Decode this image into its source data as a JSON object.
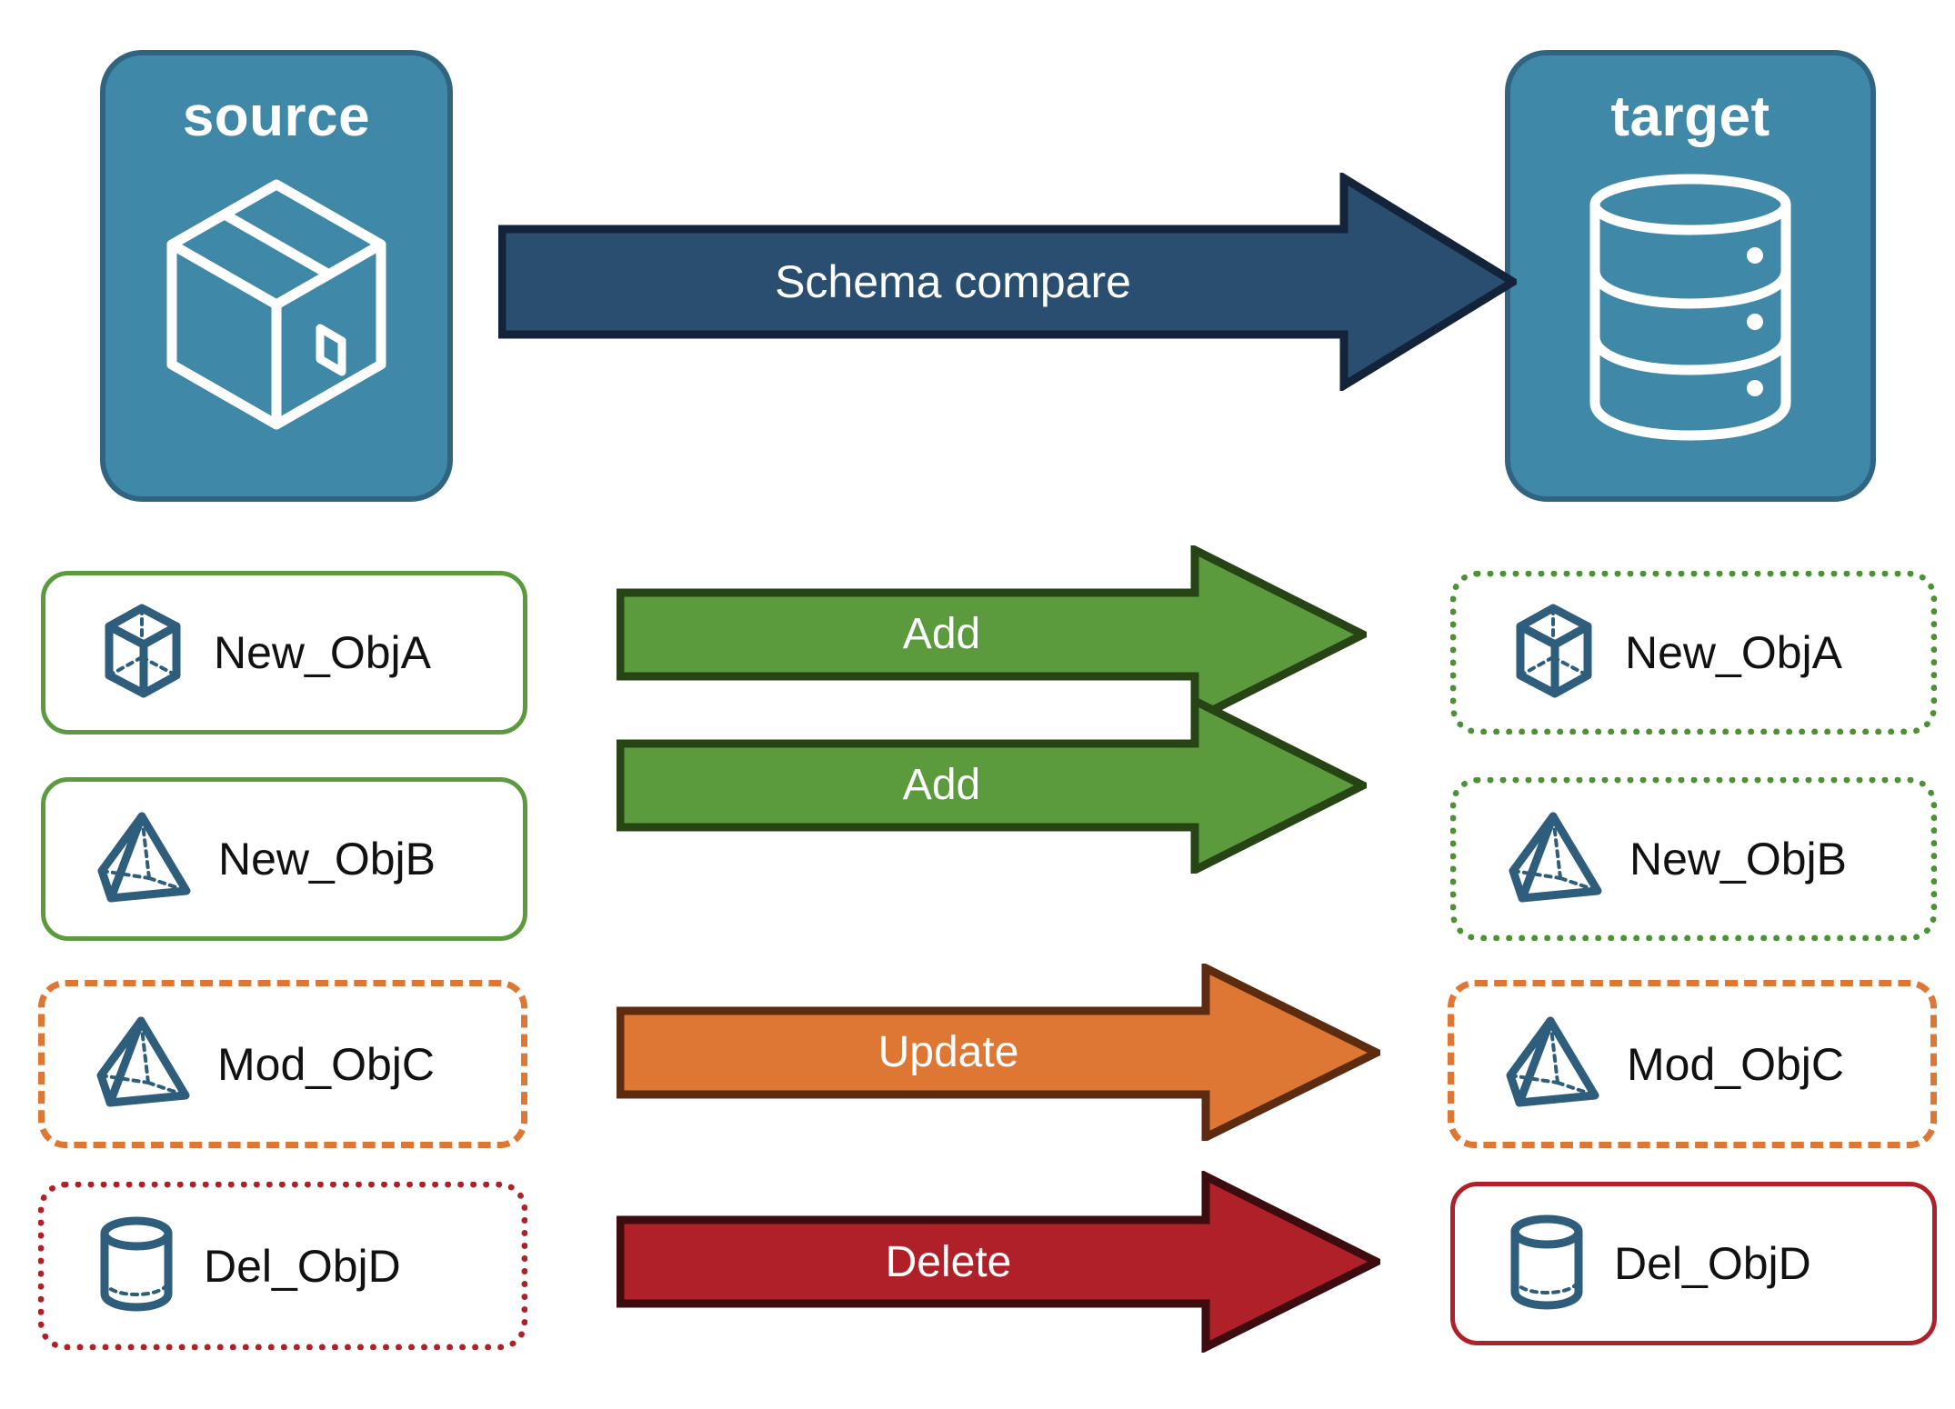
{
  "diagram": {
    "title": "Schema compare",
    "source": {
      "label": "source",
      "icon": "package-cube-icon"
    },
    "target": {
      "label": "target",
      "icon": "database-cylinder-icon"
    },
    "main_arrow": {
      "label": "Schema compare",
      "fill": "#2A4E70",
      "stroke": "#13243A"
    },
    "rows": [
      {
        "source_label": "New_ObjA",
        "source_icon": "wireframe-cube-icon",
        "source_border_style": "solid",
        "source_border_color": "#5B9B3E",
        "action": "Add",
        "arrow_fill": "#5B9B3E",
        "arrow_stroke": "#274415",
        "target_label": "New_ObjA",
        "target_icon": "wireframe-cube-icon",
        "target_border_style": "dotted",
        "target_border_color": "#4C9133"
      },
      {
        "source_label": "New_ObjB",
        "source_icon": "wireframe-pyramid-icon",
        "source_border_style": "solid",
        "source_border_color": "#5B9B3E",
        "action": "Add",
        "arrow_fill": "#5B9B3E",
        "arrow_stroke": "#274415",
        "target_label": "New_ObjB",
        "target_icon": "wireframe-pyramid-icon",
        "target_border_style": "dotted",
        "target_border_color": "#4C9133"
      },
      {
        "source_label": "Mod_ObjC",
        "source_icon": "wireframe-pyramid-icon",
        "source_border_style": "dashed",
        "source_border_color": "#DD7733",
        "action": "Update",
        "arrow_fill": "#DD7733",
        "arrow_stroke": "#5C2B10",
        "target_label": "Mod_ObjC",
        "target_icon": "wireframe-pyramid-icon",
        "target_border_style": "dashed",
        "target_border_color": "#DD7733"
      },
      {
        "source_label": "Del_ObjD",
        "source_icon": "wireframe-cylinder-icon",
        "source_border_style": "dotted",
        "source_border_color": "#B02028",
        "action": "Delete",
        "arrow_fill": "#B02028",
        "arrow_stroke": "#3D0C0E",
        "target_label": "Del_ObjD",
        "target_icon": "wireframe-cylinder-icon",
        "target_border_style": "solid",
        "target_border_color": "#B02028"
      }
    ],
    "colors": {
      "panel_fill": "#3F88A8",
      "panel_stroke": "#2F6580",
      "icon_blue": "#2F5D7C",
      "background": "#FFFFFF",
      "text": "#111111"
    }
  }
}
